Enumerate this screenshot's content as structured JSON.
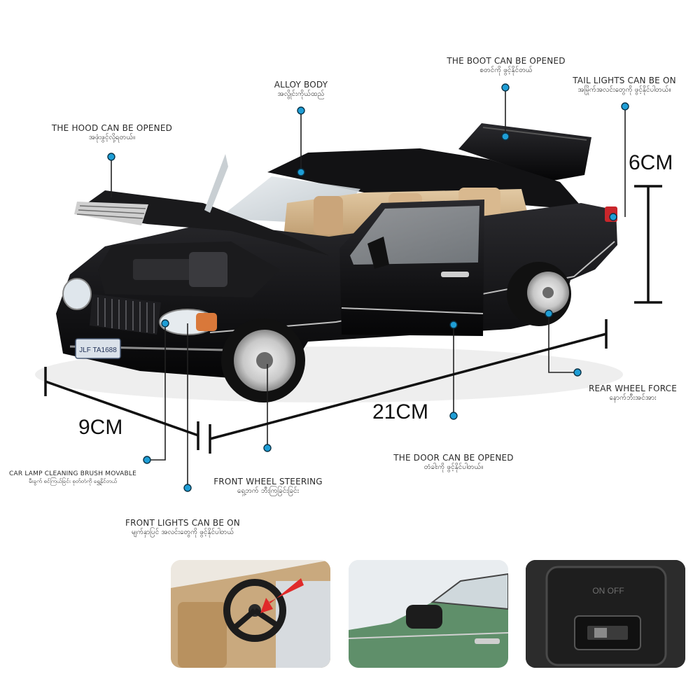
{
  "colors": {
    "marker": "#1e9ed6",
    "line": "#222222",
    "car_body": "#0d0d0f",
    "interior": "#c9a97e"
  },
  "labels": {
    "hood": {
      "en": "THE HOOD CAN BE OPENED",
      "my": "အဖုံးဖွင့်လို့ရတယ်။"
    },
    "alloy": {
      "en": "ALLOY BODY",
      "my": "အလွိုင်းကိုယ်ထည်"
    },
    "boot": {
      "en": "THE BOOT CAN BE OPENED",
      "my": "စတင်ကို ဖွင့်နိုင်တယ်"
    },
    "tail": {
      "en": "TAIL LIGHTS CAN BE ON",
      "my": "အမြိုက်အလင်းတွေကို ဖွင့်နိုင်ပါတယ်။"
    },
    "rear_wheel": {
      "en": "REAR WHEEL FORCE",
      "my": "နောက်ဘီးအင်အား"
    },
    "door": {
      "en": "THE DOOR CAN BE OPENED",
      "my": "တံခါးကို ဖွင့်နိုင်ပါတယ်။"
    },
    "steering": {
      "en": "FRONT WHEEL STEERING",
      "my": "ရှေ့ဘက် ဘီးကြခြင်းခြင်း"
    },
    "brush": {
      "en": "CAR LAMP CLEANING BRUSH MOVABLE",
      "my": "မီးခွက် စင်ကြယ်ခြင်း စုတ်တံကို ရွှေ့နိုင်တယ်"
    },
    "front_lights": {
      "en": "FRONT LIGHTS CAN BE ON",
      "my": "မျက်နှာပြင် အလင်းတွေကို ဖွင့်နိုင်ပါတယ်"
    }
  },
  "dimensions": {
    "height": "6CM",
    "length": "21CM",
    "width": "9CM"
  },
  "plate": "JLF TA1688",
  "thumbs": {
    "switch_text": "ON OFF"
  }
}
